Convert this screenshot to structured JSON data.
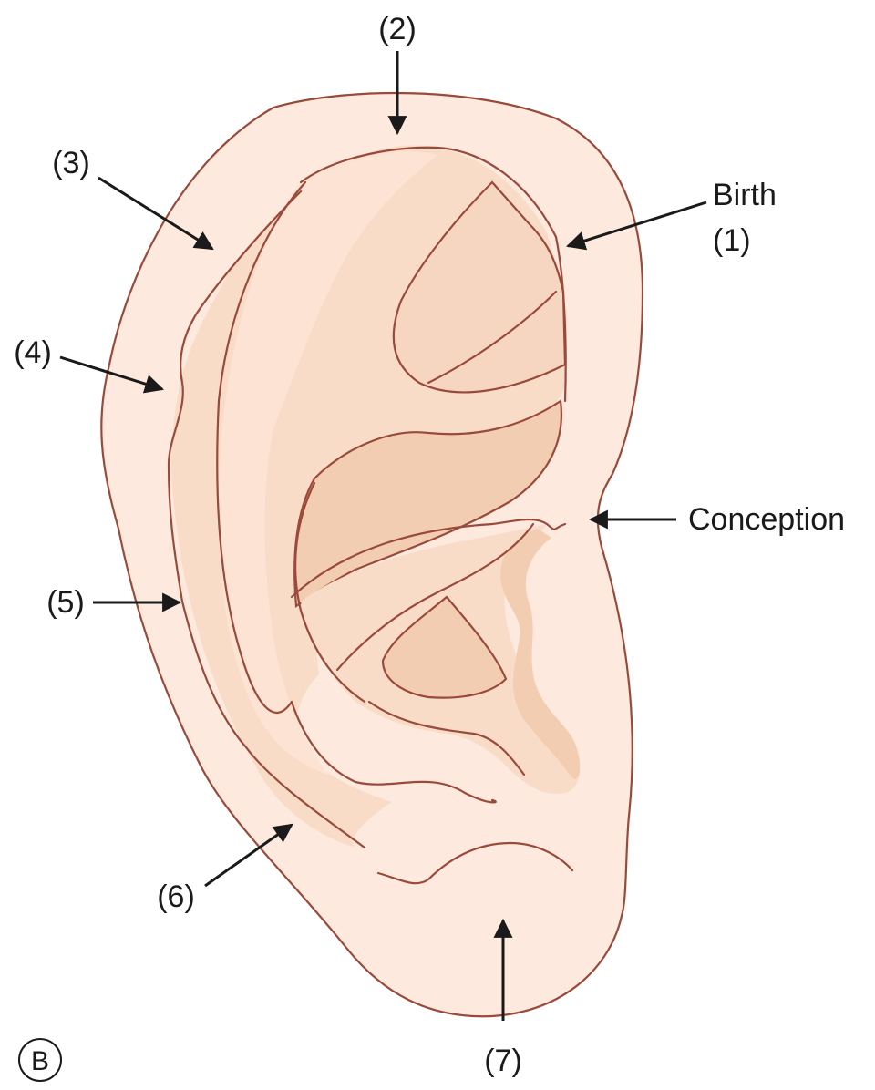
{
  "figure": {
    "panel_label": "B",
    "labels": {
      "birth": "Birth",
      "birth_number": "(1)",
      "p2": "(2)",
      "p3": "(3)",
      "p4": "(4)",
      "p5": "(5)",
      "p6": "(6)",
      "p7": "(7)",
      "conception": "Conception"
    },
    "colors": {
      "skin_light": "#fde9de",
      "skin_mid": "#f9dcc8",
      "skin_dark": "#f3cdb2",
      "outline": "#9a4a3a",
      "text": "#1a1a1a"
    }
  }
}
